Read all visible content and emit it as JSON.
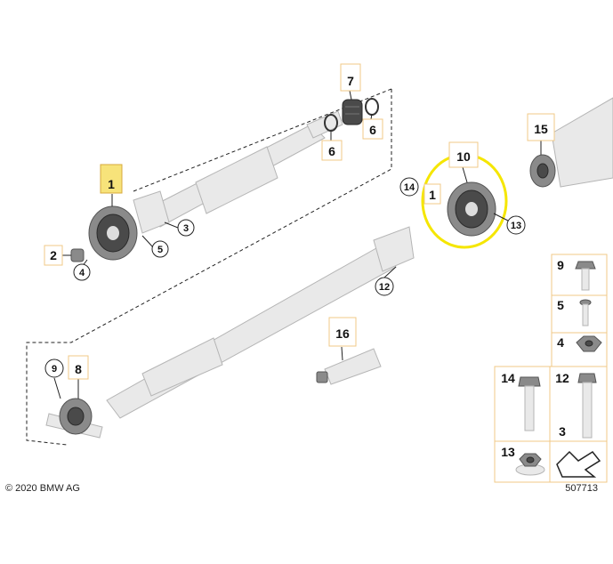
{
  "footer": {
    "copyright": "© 2020 BMW AG",
    "diagram_id": "507713"
  },
  "callouts": {
    "c1": "1",
    "c2": "2",
    "c3": "3",
    "c4": "4",
    "c5": "5",
    "c6a": "6",
    "c6b": "6",
    "c7": "7",
    "c8": "8",
    "c9": "9",
    "c1b": "1",
    "c10": "10",
    "c12": "12",
    "c13": "13",
    "c14": "14",
    "c15": "15",
    "c16": "16"
  },
  "legend": {
    "i9": "9",
    "i5": "5",
    "i4": "4",
    "i14": "14",
    "i12": "12",
    "i3": "3",
    "i13": "13"
  },
  "colors": {
    "highlight_box": "#f7e37a",
    "highlight_circle": "#f5e600",
    "callout_border": "#f0c987"
  }
}
